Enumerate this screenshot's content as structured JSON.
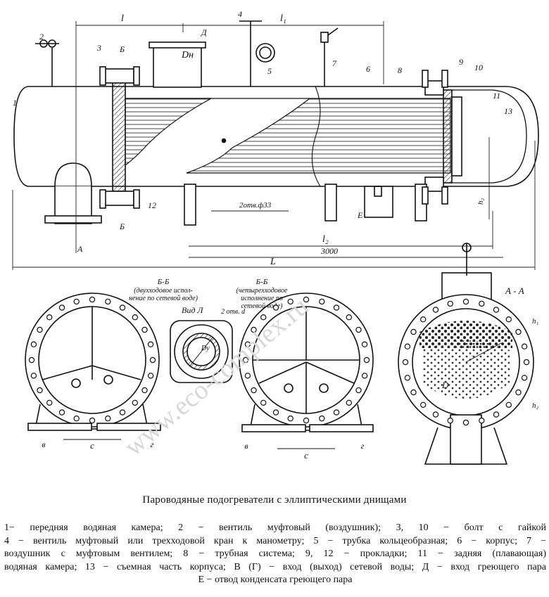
{
  "drawing": {
    "dims": {
      "l": "l",
      "l1": "l₁",
      "l2": "l₂",
      "l3000": "3000",
      "L": "L",
      "h2": "h₂",
      "h1": "h₁",
      "c": "c",
      "Dn": "Dн",
      "D": "D",
      "holes": "2отв.ф33"
    },
    "leaders": [
      "1",
      "2",
      "3",
      "4",
      "5",
      "6",
      "7",
      "8",
      "9",
      "10",
      "11",
      "12",
      "13"
    ],
    "letters": {
      "D": "Д",
      "E": "Е",
      "A": "А",
      "B": "Б",
      "V": "в",
      "G": "г"
    },
    "views": {
      "bb1": {
        "title": "Б-Б",
        "note1": "(двухходовое испол-",
        "note2": "нение по сетевой воде)"
      },
      "vidA": {
        "title": "Вид Л",
        "dy": "Dу",
        "holes": "2 отв. d"
      },
      "bb2": {
        "title": "Б-Б",
        "note1": "(четырехходовое",
        "note2": "исполнение по",
        "note3": "сетевой воде)"
      },
      "aa": {
        "title": "А - А"
      }
    },
    "watermark": "www.eco-complex.ru"
  },
  "caption": "Пароводяные подогреватели с эллиптическими днищами",
  "legend": [
    "1− передняя водяная камера; 2 − вентиль муфтовый (воздушник); 3, 10 − болт с гайкой",
    "4 − вентиль муфтовый или трехходовой кран к манометру; 5 − трубка кольцеобразная; 6 − корпус; 7 −",
    "воздушник с муфтовым вентилем; 8 − трубная система; 9, 12 − прокладки; 11 − задняя (плавающая)",
    "водяная камера; 13 − съемная часть корпуса; В (Г) − вход (выход) сетевой воды; Д − вход греющего пара",
    "Е − отвод конденсата греющего пара"
  ]
}
